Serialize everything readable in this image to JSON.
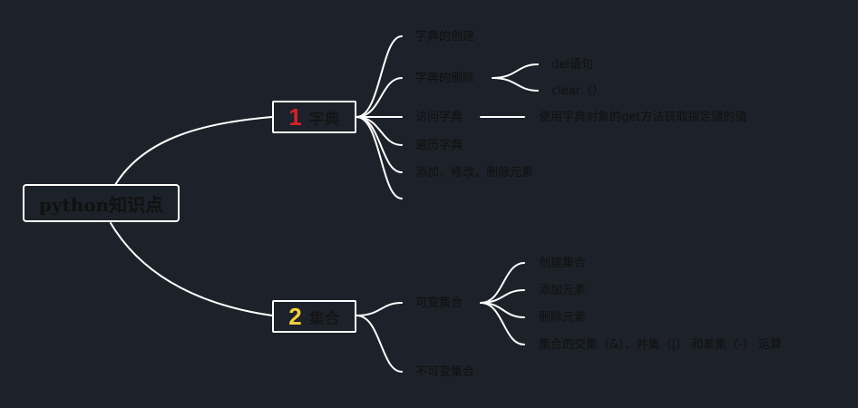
{
  "colors": {
    "background": "#1d2129",
    "line": "#ffffff",
    "num1": "#d8202a",
    "num2": "#f5d03b",
    "text": "#111111"
  },
  "root": {
    "label": "python知识点"
  },
  "branches": [
    {
      "num": "1",
      "label": "字典",
      "children": [
        {
          "label": "字典的创建"
        },
        {
          "label": "字典的删除",
          "children": [
            "del语句",
            "clear（）"
          ]
        },
        {
          "label": "访问字典",
          "children": [
            "使用字典对象的get方法获取指定键的值"
          ]
        },
        {
          "label": "遍历字典"
        },
        {
          "label": "添加，修改，删除元素"
        }
      ]
    },
    {
      "num": "2",
      "label": "集合",
      "children": [
        {
          "label": "可变集合",
          "children": [
            "创建集合",
            "添加元素",
            "删除元素",
            "集合的交集（&）、并集（|） 和差集（-） 运算"
          ]
        },
        {
          "label": "不可变集合"
        }
      ]
    }
  ]
}
